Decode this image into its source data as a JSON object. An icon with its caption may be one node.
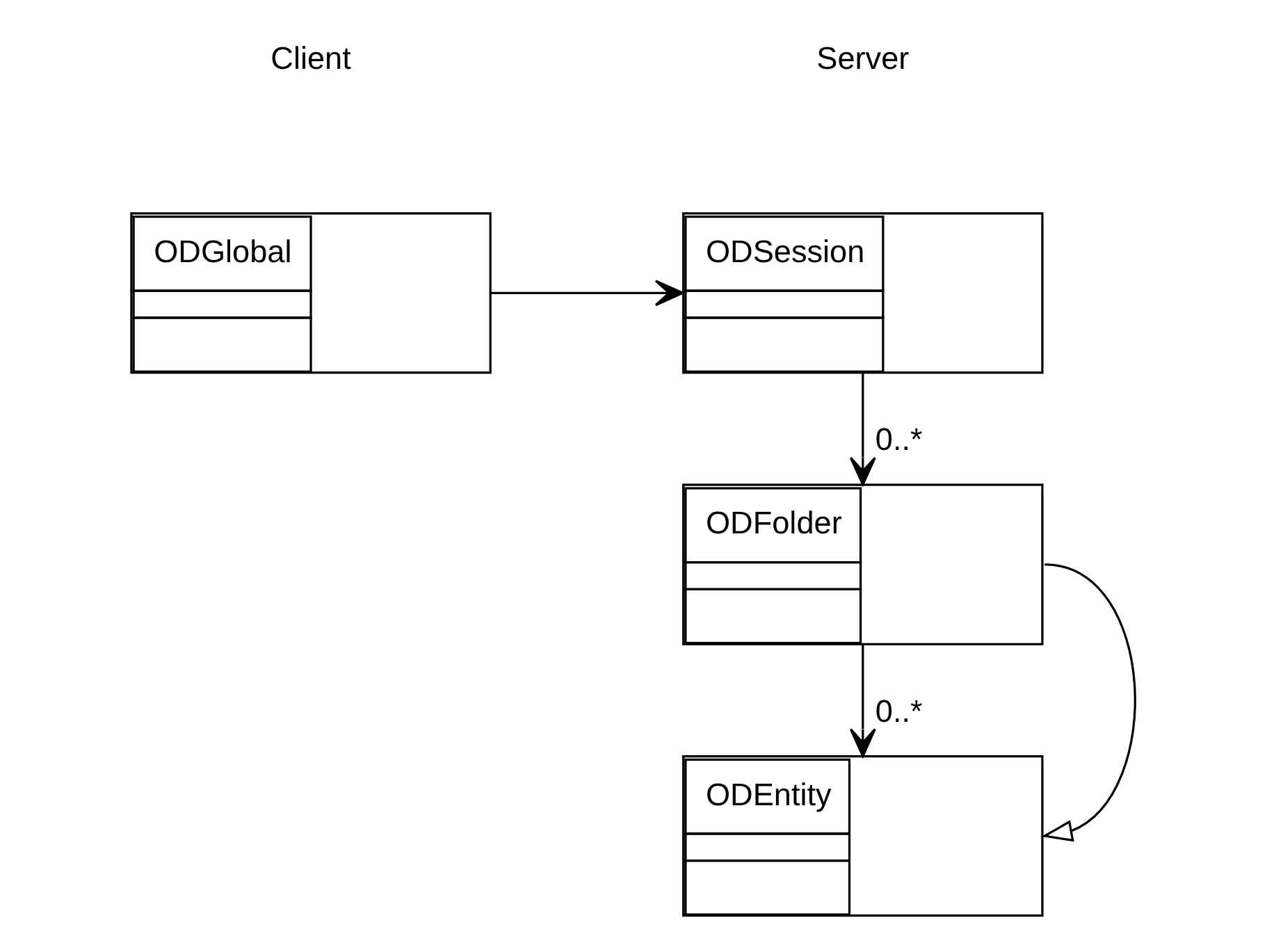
{
  "diagram": {
    "nodes": [
      {
        "text": [
          "ODGlobal"
        ]
      },
      {
        "text": [
          "ODSession"
        ]
      },
      {
        "text": [
          "ODFolder"
        ]
      },
      {
        "text": [
          "ODEntity"
        ]
      }
    ],
    "edges": [
      {
        "from": 0,
        "to": 1,
        "arrow": "to"
      },
      {
        "from": 1,
        "to": 2,
        "arrow": "to",
        "label": "0..*"
      },
      {
        "from": 2,
        "to": 3,
        "arrow": "to",
        "label": "0..*"
      },
      {
        "from": 2,
        "to": 3,
        "arrow": "to"
      }
    ],
    "labels": [
      "Client",
      "Server"
    ]
  }
}
